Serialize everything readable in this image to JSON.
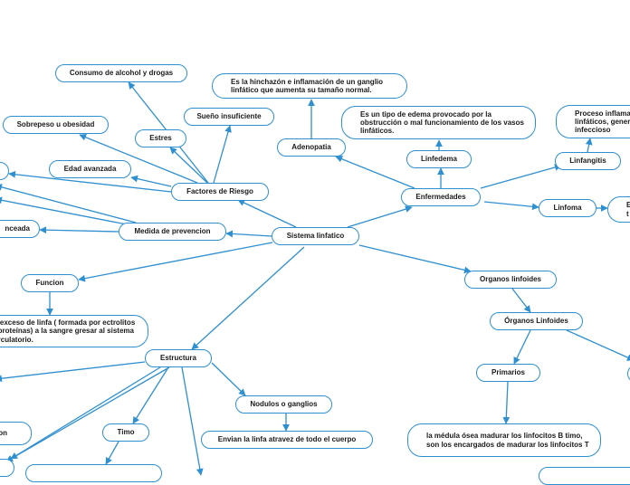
{
  "colors": {
    "line": "#2e8fd1",
    "border": "#2e8fd1",
    "text": "#1a1a1a"
  },
  "nodes": {
    "central": "Sistema linfatico",
    "factores": "Factores  de Riesgo",
    "alcohol": "Consumo de alcohol y drogas",
    "sueno": "Sueño insuficiente",
    "estres": "Estres",
    "sobrepeso": "Sobrepeso u obesidad",
    "edad": "Edad avanzada",
    "medida": "Medida de prevencion",
    "balanceada": "nceada",
    "enfermedades": "Enfermedades",
    "adenopatia": "Adenopatia",
    "adenopatia_def": "Es la hinchazón e inflamación de un ganglio linfático que aumenta su tamaño normal.",
    "linfedema": "Linfedema",
    "linfedema_def": "Es un tipo de edema provocado por la obstrucción o mal funcionamiento de los vasos linfáticos.",
    "linfangitis": "Linfangitis",
    "linfangitis_def": "Proceso inflama linfáticos, gener infeccioso",
    "linfoma": "Linfoma",
    "linfoma_def": "E t",
    "organos": "Organos linfoides",
    "organos2": "Órganos Linfoides",
    "primarios": "Primarios",
    "primarios_def": "la médula ósea madurar los linfocitos B timo, son los encargados de madurar los linfocitos T",
    "funcion": "Funcion",
    "funcion_def": "el  exceso de linfa ( formada por ectrolitos y proteínas) a la sangre gresar al sistema circulatorio.",
    "estructura": "Estructura",
    "nodulos": "Nodulos o ganglios",
    "nodulos_def": "Envian la linfa atravez de todo el cuerpo",
    "timo": "Timo",
    "on": "on"
  }
}
